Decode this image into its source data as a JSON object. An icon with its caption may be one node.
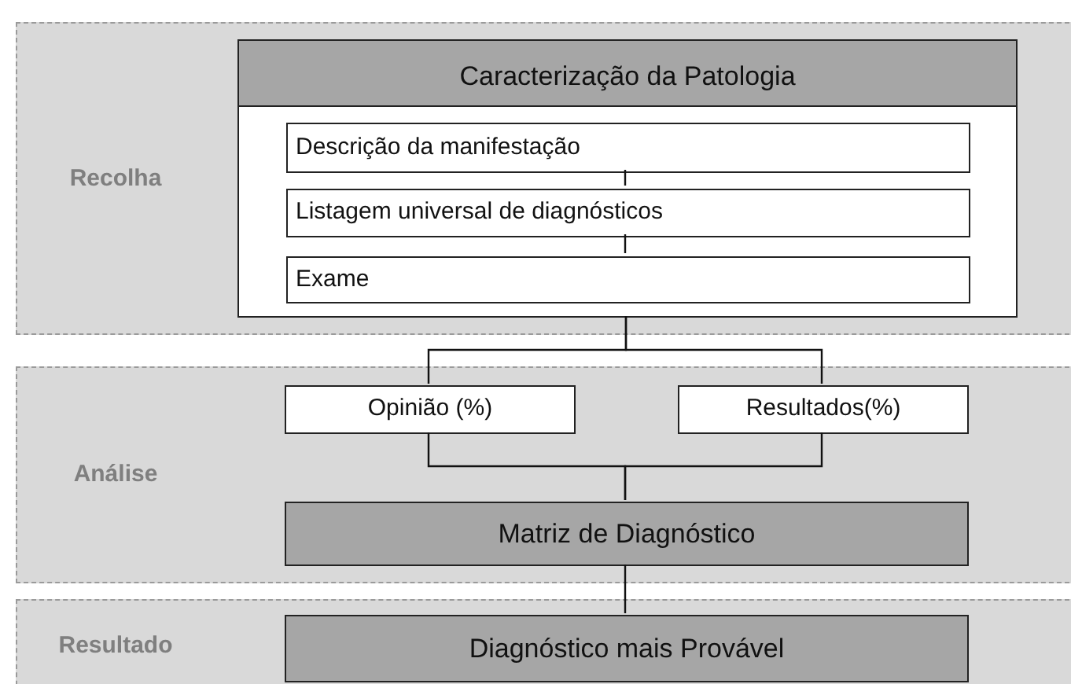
{
  "diagram": {
    "nodes": [
      {
        "text": [
          "Recolha"
        ]
      },
      {
        "text": [
          "Caracterização da Patologia"
        ],
        "in": 0
      },
      {
        "text": [
          "Descrição da manifestação"
        ],
        "in": 1
      },
      {
        "text": [
          "Listagem universal de diagnósticos"
        ],
        "in": 1
      },
      {
        "text": [
          "Exame"
        ],
        "in": 1
      },
      {
        "text": [
          "Análise"
        ]
      },
      {
        "text": [
          "Opinião (%)"
        ],
        "in": 5
      },
      {
        "text": [
          "Resultados(%)"
        ],
        "in": 5
      },
      {
        "text": [
          "Matriz de Diagnóstico"
        ],
        "in": 5
      },
      {
        "text": [
          "Resultado"
        ]
      },
      {
        "text": [
          "Diagnóstico mais Provável"
        ],
        "in": 9
      }
    ],
    "edges": [
      {
        "from": 2,
        "to": 3,
        "arrow": "none"
      },
      {
        "from": 3,
        "to": 4,
        "arrow": "none"
      },
      {
        "from": 1,
        "to": 6,
        "arrow": "none"
      },
      {
        "from": 1,
        "to": 7,
        "arrow": "none"
      },
      {
        "from": 6,
        "to": 8,
        "arrow": "none"
      },
      {
        "from": 7,
        "to": 8,
        "arrow": "none"
      },
      {
        "from": 8,
        "to": 10,
        "arrow": "none"
      }
    ]
  }
}
